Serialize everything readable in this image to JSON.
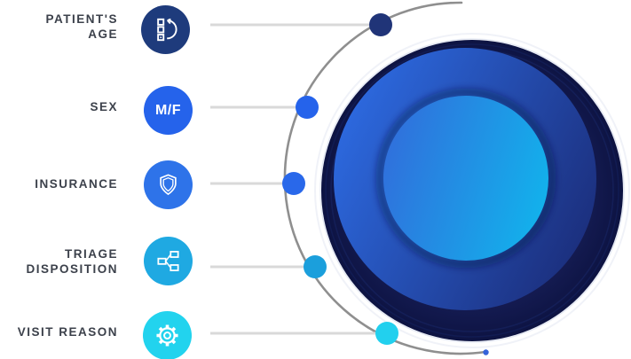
{
  "canvas": {
    "background": "#ffffff"
  },
  "items": [
    {
      "label": "PATIENT'S\nAGE",
      "icon": "checklist-history-icon",
      "icon_bg": "#1e3b7c",
      "dot_color": "#203478"
    },
    {
      "label": "SEX",
      "icon": "male-female-icon",
      "icon_text": "M/F",
      "icon_bg": "#2563eb",
      "dot_color": "#2563eb"
    },
    {
      "label": "INSURANCE",
      "icon": "shield-icon",
      "icon_bg": "#2e73e9",
      "dot_color": "#2968ea"
    },
    {
      "label": "TRIAGE\nDISPOSITION",
      "icon": "flow-branch-icon",
      "icon_bg": "#1fa9e2",
      "dot_color": "#1b9fdc"
    },
    {
      "label": "VISIT REASON",
      "icon": "gear-icon",
      "icon_bg": "#22d3ee",
      "dot_color": "#22d0ee"
    }
  ],
  "colors": {
    "label_text": "#3c414b",
    "connector_line": "#d9d9d9",
    "arc": "#8f8f8f",
    "arc_end_dot": "#3463da",
    "icon_glyph": "#ffffff",
    "sphere_outer_dark_center": "#1a2260",
    "sphere_outer_dark_edge": "#0d1342",
    "sphere_mid_gradient_start": "#2d6be2",
    "sphere_mid_gradient_end": "#1b2d7a",
    "sphere_inner_gradient_start": "#3070dc",
    "sphere_inner_gradient_end": "#12b2ec"
  }
}
